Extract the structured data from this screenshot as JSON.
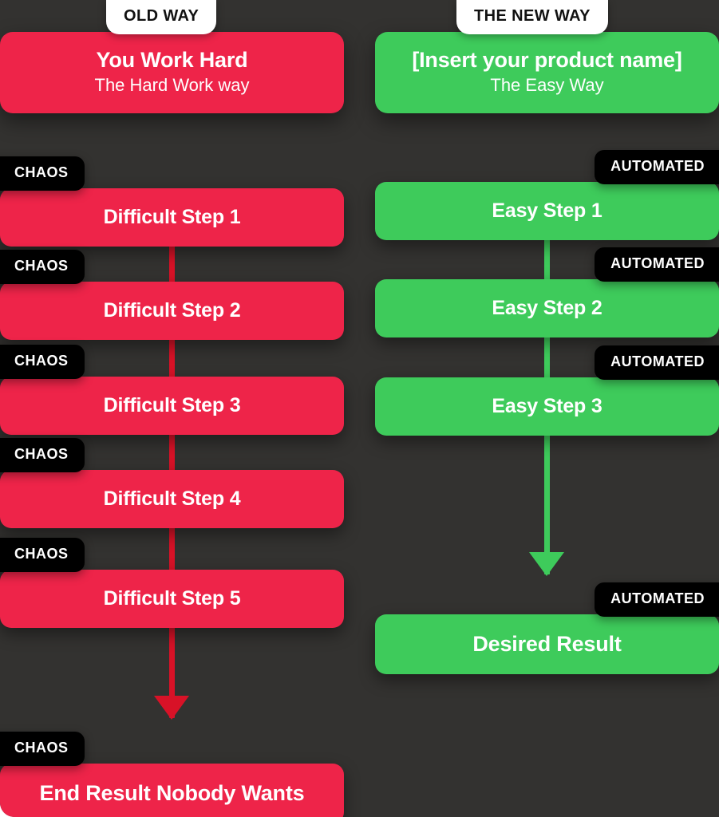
{
  "meta": {
    "background_color": "#333230",
    "red_color": "#EE2449",
    "green_color": "#3ECB5B",
    "red_line_color": "#D81227",
    "badge_color": "#000000",
    "tab_color": "#FFFFFF"
  },
  "left_column": {
    "tab_label": "OLD WAY",
    "header": {
      "title": "You Work Hard",
      "subtitle": "The Hard Work way"
    },
    "badge_label": "CHAOS",
    "steps": [
      {
        "label": "Difficult Step 1",
        "badge": "CHAOS"
      },
      {
        "label": "Difficult Step 2",
        "badge": "CHAOS"
      },
      {
        "label": "Difficult Step 3",
        "badge": "CHAOS"
      },
      {
        "label": "Difficult Step 4",
        "badge": "CHAOS"
      },
      {
        "label": "Difficult Step 5",
        "badge": "CHAOS"
      }
    ],
    "result": {
      "label": "End Result Nobody Wants",
      "badge": "CHAOS"
    }
  },
  "right_column": {
    "tab_label": "THE NEW WAY",
    "header": {
      "title": "[Insert your product name]",
      "subtitle": "The Easy Way"
    },
    "badge_label": "AUTOMATED",
    "steps": [
      {
        "label": "Easy Step 1",
        "badge": "AUTOMATED"
      },
      {
        "label": "Easy Step 2",
        "badge": "AUTOMATED"
      },
      {
        "label": "Easy Step 3",
        "badge": "AUTOMATED"
      }
    ],
    "result": {
      "label": "Desired Result",
      "badge": "AUTOMATED"
    }
  }
}
